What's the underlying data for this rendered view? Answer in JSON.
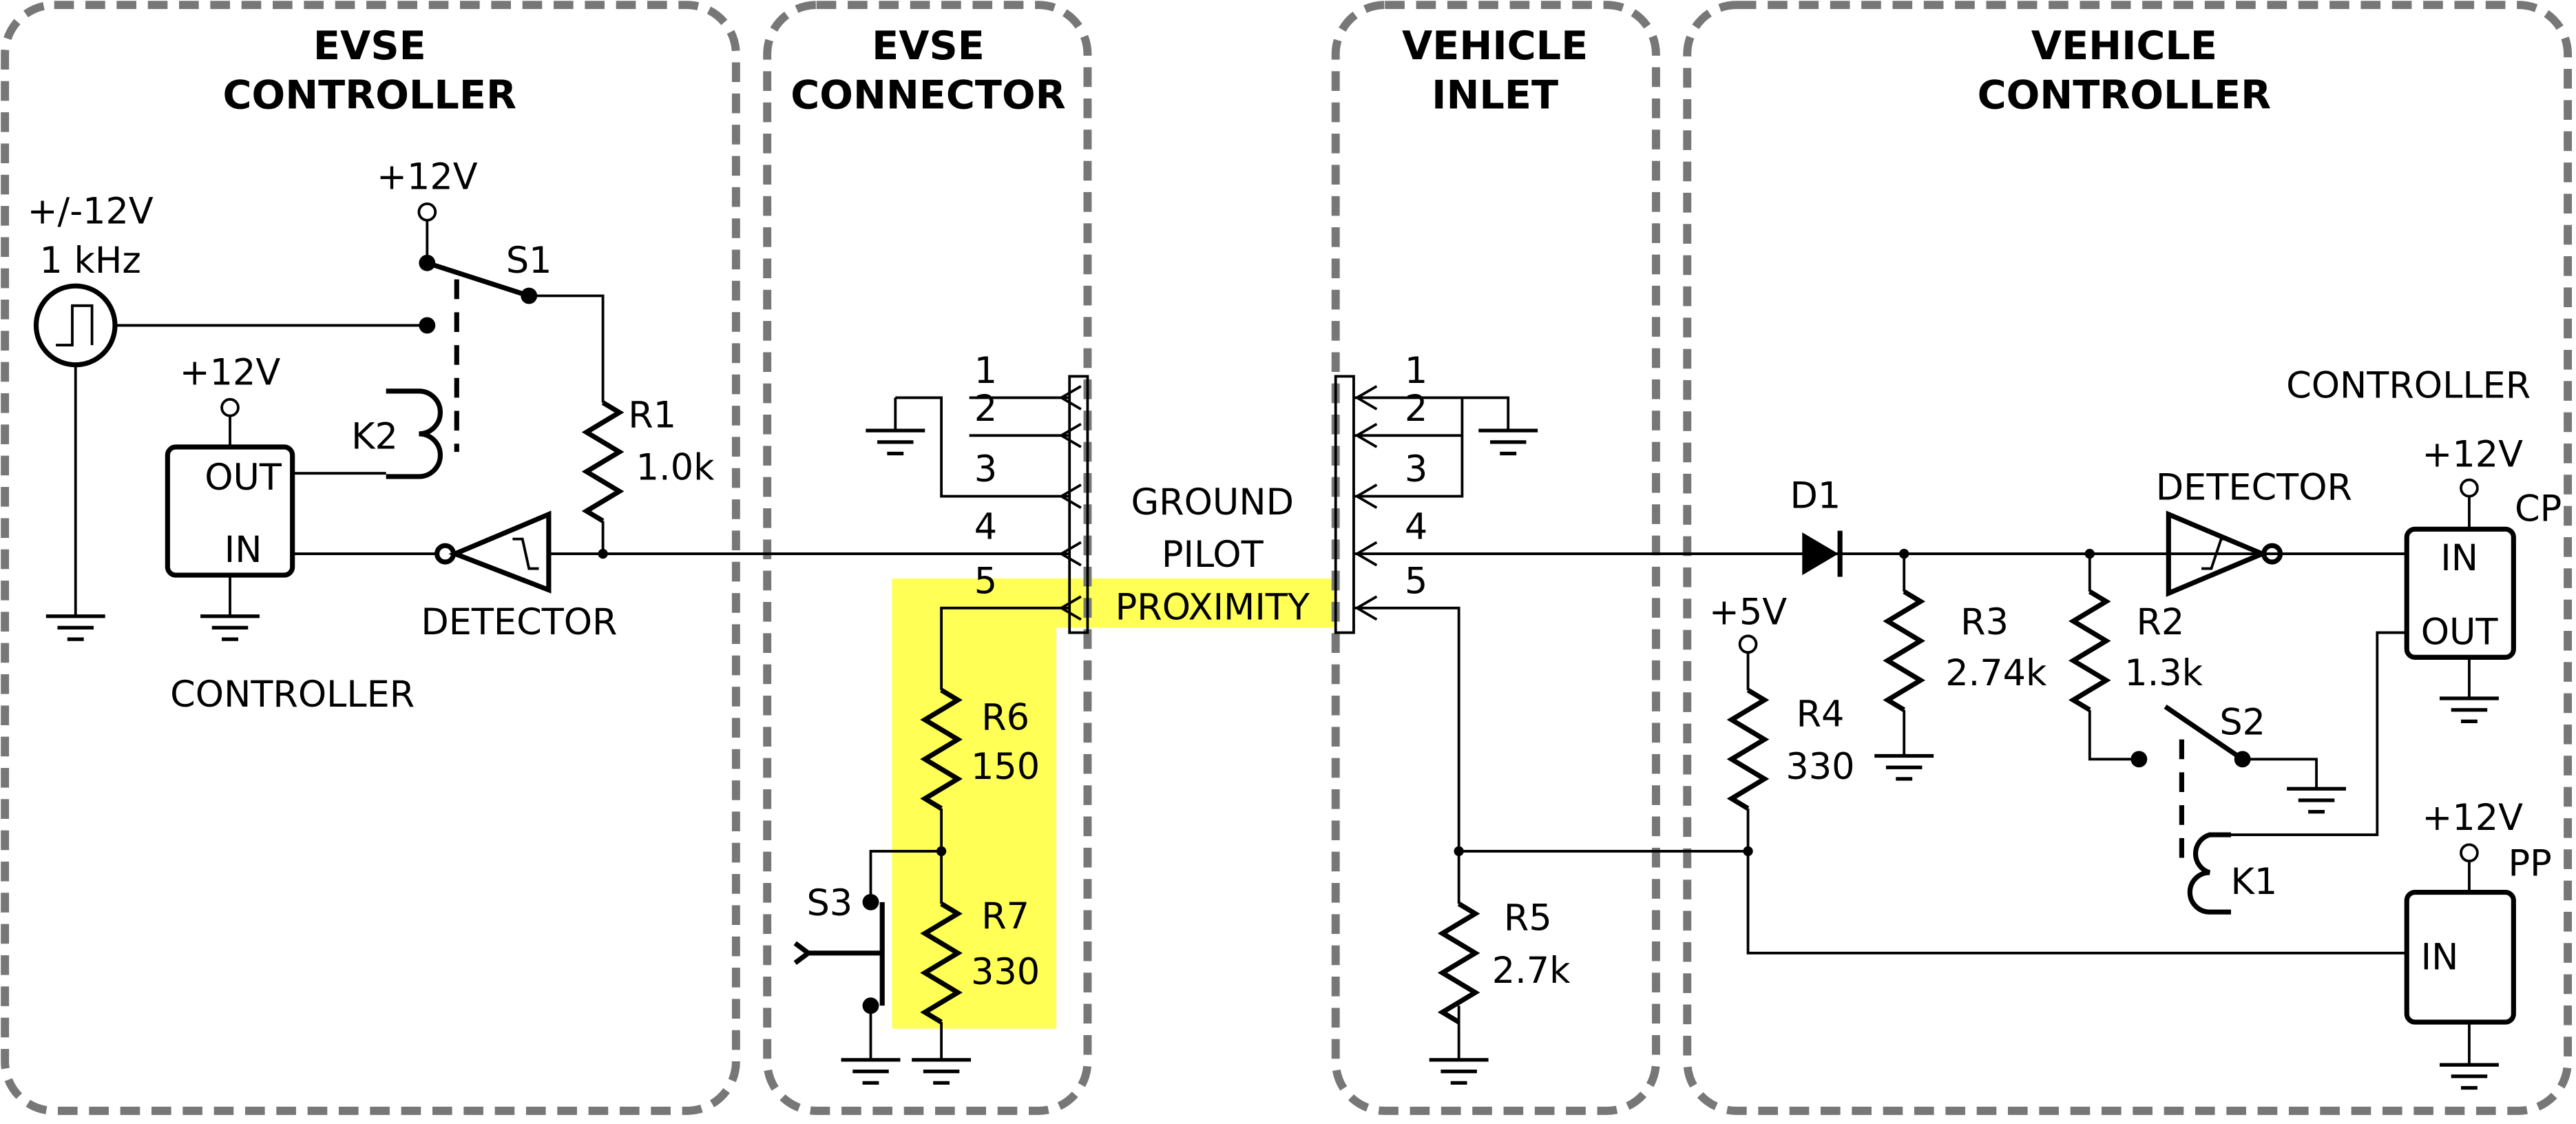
{
  "sections": {
    "evse_controller": [
      "EVSE",
      "CONTROLLER"
    ],
    "evse_connector": [
      "EVSE",
      "CONNECTOR"
    ],
    "vehicle_inlet": [
      "VEHICLE",
      "INLET"
    ],
    "vehicle_controller": [
      "VEHICLE",
      "CONTROLLER"
    ]
  },
  "labels": {
    "source_v": "+/-12V",
    "source_f": "1 kHz",
    "p12a": "+12V",
    "s1": "S1",
    "p12b": "+12V",
    "k2": "K2",
    "out": "OUT",
    "in": "IN",
    "r1": "R1",
    "r1v": "1.0k",
    "detector": "DETECTOR",
    "controller": "CONTROLLER",
    "pins": [
      "1",
      "2",
      "3",
      "4",
      "5"
    ],
    "ground": "GROUND",
    "pilot": "PILOT",
    "proximity": "PROXIMITY",
    "r6": "R6",
    "r6v": "150",
    "r7": "R7",
    "r7v": "330",
    "s3": "S3",
    "r5": "R5",
    "r5v": "2.7k",
    "d1": "D1",
    "r3": "R3",
    "r3v": "2.74k",
    "r2": "R2",
    "r2v": "1.3k",
    "p5": "+5V",
    "r4": "R4",
    "r4v": "330",
    "s2": "S2",
    "k1": "K1",
    "vdetector": "DETECTOR",
    "vcontroller": "CONTROLLER",
    "p12c": "+12V",
    "cp": "CP",
    "vin": "IN",
    "vout": "OUT",
    "p12d": "+12V",
    "pp": "PP",
    "ppin": "IN"
  },
  "colors": {
    "highlight": "#ffff55",
    "border": "#777777"
  }
}
